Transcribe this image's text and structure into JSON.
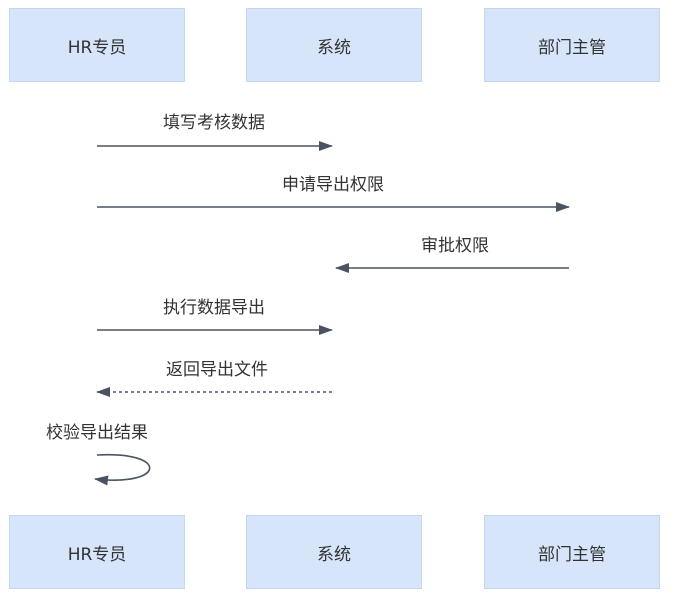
{
  "participants": [
    {
      "label": "HR专员"
    },
    {
      "label": "系统"
    },
    {
      "label": "部门主管"
    }
  ],
  "messages": [
    {
      "label": "填写考核数据",
      "from": 0,
      "to": 1,
      "style": "solid"
    },
    {
      "label": "申请导出权限",
      "from": 0,
      "to": 2,
      "style": "solid"
    },
    {
      "label": "审批权限",
      "from": 2,
      "to": 1,
      "style": "solid"
    },
    {
      "label": "执行数据导出",
      "from": 0,
      "to": 1,
      "style": "solid"
    },
    {
      "label": "返回导出文件",
      "from": 1,
      "to": 0,
      "style": "dashed"
    },
    {
      "label": "校验导出结果",
      "from": 0,
      "to": 0,
      "style": "self"
    }
  ],
  "colors": {
    "box_fill": "#d6e5fa",
    "line": "#4a5460",
    "text": "#333333"
  }
}
